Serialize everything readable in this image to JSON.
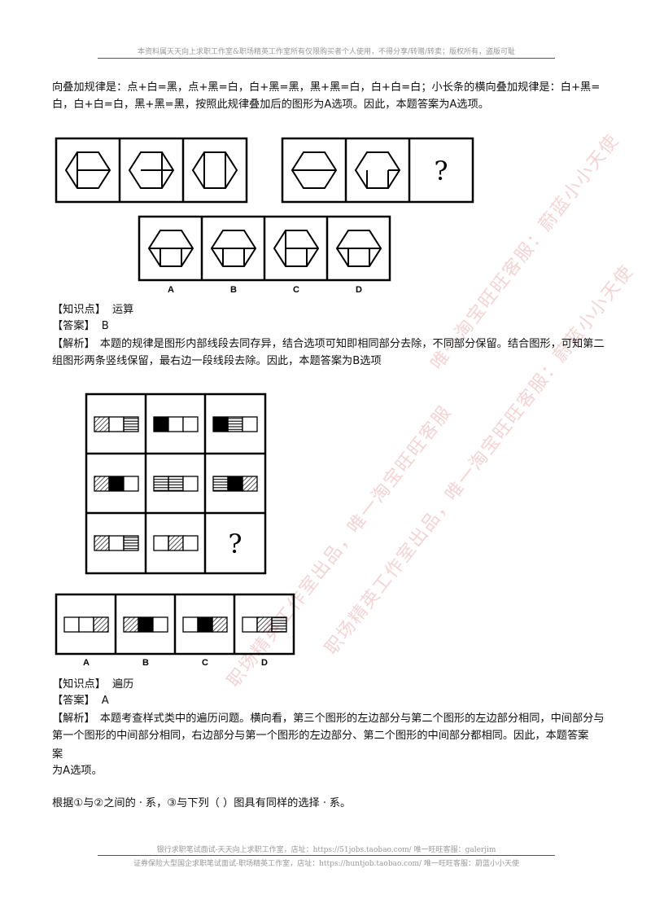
{
  "header": {
    "notice": "本资料属天天向上求职工作室&职场精英工作室所有仅限购买者个人使用，不得分享/转赠/转卖；版权所有，盗版可耻"
  },
  "intro_text": "向叠加规律是：点+白=黑，点+黑=白，白+黑=黑，黑+黑=白，白+白=白；小长条的横向叠加规律是：白+黑=白，白+白=白，黑+黑=黑，按照此规律叠加后的图形为A选项。因此，本题答案为A选项。",
  "puzzle1": {
    "question_mark": "?",
    "options": [
      "A",
      "B",
      "C",
      "D"
    ]
  },
  "q1": {
    "knowledge_label": "【知识点】",
    "knowledge_value": "运算",
    "answer_label": "【答案】",
    "answer_value": "B",
    "analysis_label": "【解析】",
    "analysis_text": "本题的规律是图形内部线段去同存异，结合选项可知即相同部分去除，不同部分保留。结合图形，可知第二组图形两条竖线保留，最右边一段线段去除。因此，本题答案为B选项"
  },
  "puzzle2": {
    "question_mark": "?",
    "options": [
      "A",
      "B",
      "C",
      "D"
    ]
  },
  "q2": {
    "knowledge_label": "【知识点】",
    "knowledge_value": "遍历",
    "answer_label": "【答案】",
    "answer_value": "A",
    "analysis_label": "【解析】",
    "analysis_text": "本题考查样式类中的遍历问题。横向看，第三个图形的左边部分与第二个图形的左边部分相同，中间部分与第一个图形的中间部分相同，右边部分与第一个图形的左边部分、第二个图形的中间部分都相同。因此，本题答案",
    "analysis_line2": "案",
    "analysis_line3": "为A选项。"
  },
  "next_question": "根据①与②之间的ㆍ系，③与下列（ ）图具有同样的选择ㆍ系。",
  "watermarks": [
    "唯一淘宝旺旺客服：蔚蓝小小天使",
    "职场精英工作室出品，唯一淘宝旺旺客服：蔚蓝小小天使",
    "职场精英工作室出品，唯一淘宝旺旺客服"
  ],
  "footer": {
    "line1": "银行求职笔试面试-天天向上求职工作室，店址：https://51jobs.taobao.com/  唯一旺旺客服：galerjim",
    "line2": "证券保险大型国企求职笔试面试-职场精英工作室，店址：https://huntjob.taobao.com/  唯一旺旺客服：蔚蓝小小天使"
  }
}
